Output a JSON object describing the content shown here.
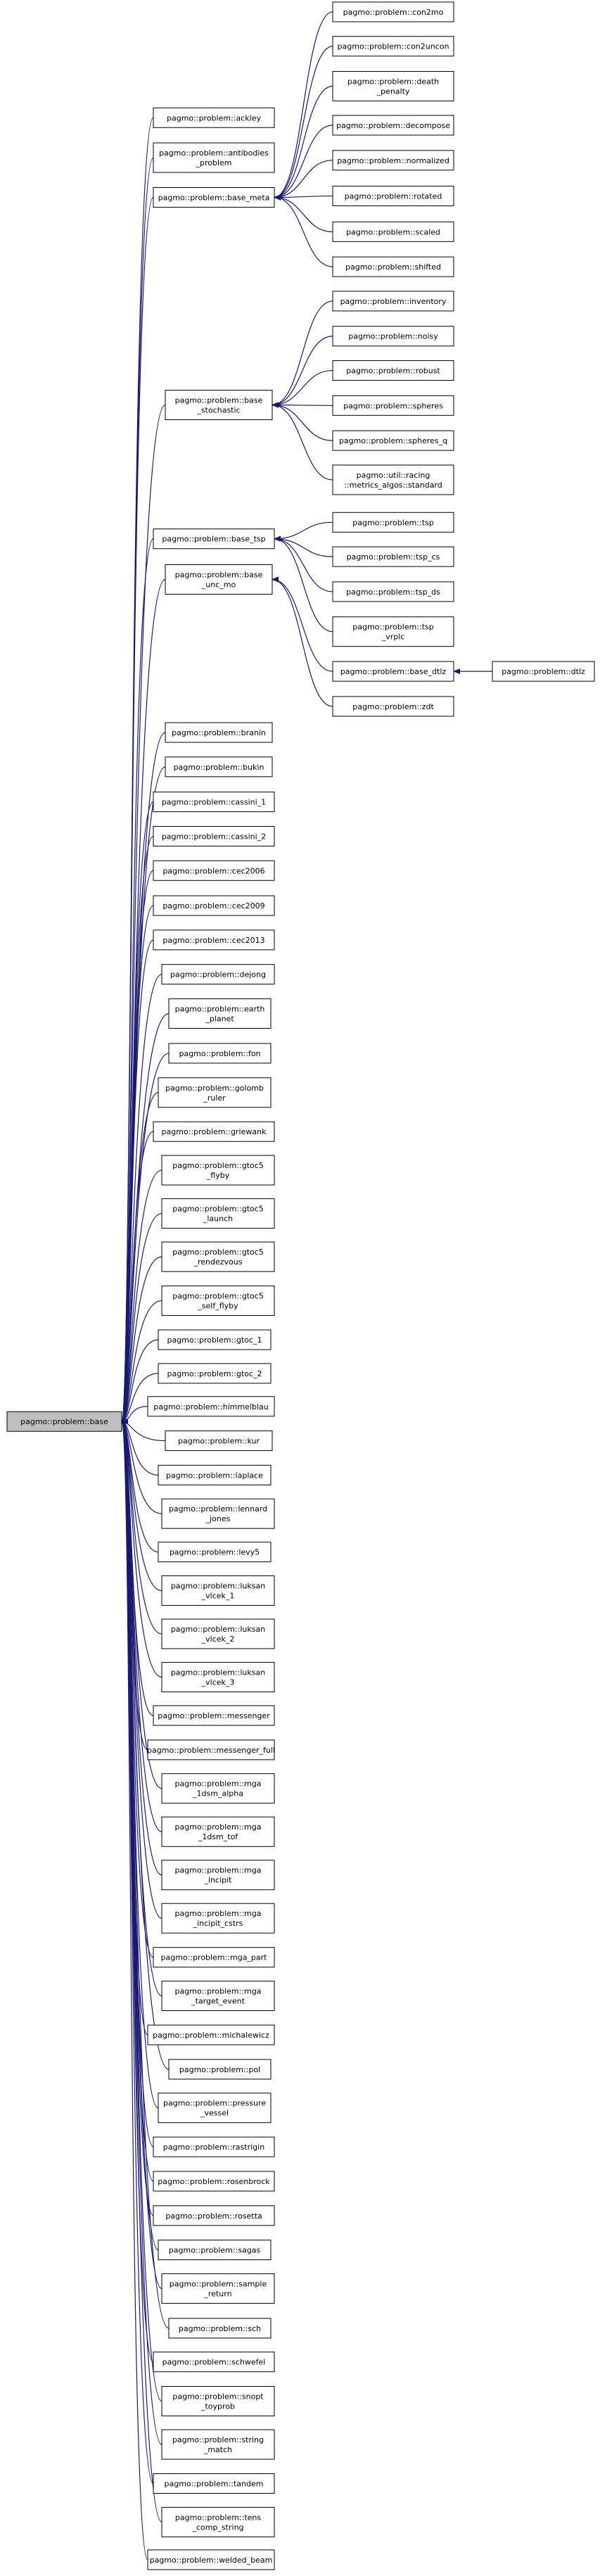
{
  "graph": {
    "root": "base",
    "nodes": [
      {
        "id": "base",
        "label": [
          "pagmo::problem::base"
        ]
      },
      {
        "id": "ackley",
        "label": [
          "pagmo::problem::ackley"
        ]
      },
      {
        "id": "antibodies",
        "label": [
          "pagmo::problem::antibodies",
          "_problem"
        ]
      },
      {
        "id": "base_meta",
        "label": [
          "pagmo::problem::base_meta"
        ]
      },
      {
        "id": "con2mo",
        "label": [
          "pagmo::problem::con2mo"
        ]
      },
      {
        "id": "con2uncon",
        "label": [
          "pagmo::problem::con2uncon"
        ]
      },
      {
        "id": "death_penalty",
        "label": [
          "pagmo::problem::death",
          "_penalty"
        ]
      },
      {
        "id": "decompose",
        "label": [
          "pagmo::problem::decompose"
        ]
      },
      {
        "id": "normalized",
        "label": [
          "pagmo::problem::normalized"
        ]
      },
      {
        "id": "rotated",
        "label": [
          "pagmo::problem::rotated"
        ]
      },
      {
        "id": "scaled",
        "label": [
          "pagmo::problem::scaled"
        ]
      },
      {
        "id": "shifted",
        "label": [
          "pagmo::problem::shifted"
        ]
      },
      {
        "id": "base_stochastic",
        "label": [
          "pagmo::problem::base",
          "_stochastic"
        ]
      },
      {
        "id": "inventory",
        "label": [
          "pagmo::problem::inventory"
        ]
      },
      {
        "id": "noisy",
        "label": [
          "pagmo::problem::noisy"
        ]
      },
      {
        "id": "robust",
        "label": [
          "pagmo::problem::robust"
        ]
      },
      {
        "id": "spheres",
        "label": [
          "pagmo::problem::spheres"
        ]
      },
      {
        "id": "spheres_q",
        "label": [
          "pagmo::problem::spheres_q"
        ]
      },
      {
        "id": "racing",
        "label": [
          "pagmo::util::racing",
          "::metrics_algos::standard"
        ]
      },
      {
        "id": "base_tsp",
        "label": [
          "pagmo::problem::base_tsp"
        ]
      },
      {
        "id": "tsp",
        "label": [
          "pagmo::problem::tsp"
        ]
      },
      {
        "id": "tsp_cs",
        "label": [
          "pagmo::problem::tsp_cs"
        ]
      },
      {
        "id": "tsp_ds",
        "label": [
          "pagmo::problem::tsp_ds"
        ]
      },
      {
        "id": "tsp_vrplc",
        "label": [
          "pagmo::problem::tsp",
          "_vrplc"
        ]
      },
      {
        "id": "base_unc_mo",
        "label": [
          "pagmo::problem::base",
          "_unc_mo"
        ]
      },
      {
        "id": "base_dtlz",
        "label": [
          "pagmo::problem::base_dtlz"
        ]
      },
      {
        "id": "dtlz",
        "label": [
          "pagmo::problem::dtlz"
        ]
      },
      {
        "id": "zdt",
        "label": [
          "pagmo::problem::zdt"
        ]
      },
      {
        "id": "branin",
        "label": [
          "pagmo::problem::branin"
        ]
      },
      {
        "id": "bukin",
        "label": [
          "pagmo::problem::bukin"
        ]
      },
      {
        "id": "cassini_1",
        "label": [
          "pagmo::problem::cassini_1"
        ]
      },
      {
        "id": "cassini_2",
        "label": [
          "pagmo::problem::cassini_2"
        ]
      },
      {
        "id": "cec2006",
        "label": [
          "pagmo::problem::cec2006"
        ]
      },
      {
        "id": "cec2009",
        "label": [
          "pagmo::problem::cec2009"
        ]
      },
      {
        "id": "cec2013",
        "label": [
          "pagmo::problem::cec2013"
        ]
      },
      {
        "id": "dejong",
        "label": [
          "pagmo::problem::dejong"
        ]
      },
      {
        "id": "earth_planet",
        "label": [
          "pagmo::problem::earth",
          "_planet"
        ]
      },
      {
        "id": "fon",
        "label": [
          "pagmo::problem::fon"
        ]
      },
      {
        "id": "golomb_ruler",
        "label": [
          "pagmo::problem::golomb",
          "_ruler"
        ]
      },
      {
        "id": "griewank",
        "label": [
          "pagmo::problem::griewank"
        ]
      },
      {
        "id": "gtoc5_flyby",
        "label": [
          "pagmo::problem::gtoc5",
          "_flyby"
        ]
      },
      {
        "id": "gtoc5_launch",
        "label": [
          "pagmo::problem::gtoc5",
          "_launch"
        ]
      },
      {
        "id": "gtoc5_rendezvous",
        "label": [
          "pagmo::problem::gtoc5",
          "_rendezvous"
        ]
      },
      {
        "id": "gtoc5_self_flyby",
        "label": [
          "pagmo::problem::gtoc5",
          "_self_flyby"
        ]
      },
      {
        "id": "gtoc_1",
        "label": [
          "pagmo::problem::gtoc_1"
        ]
      },
      {
        "id": "gtoc_2",
        "label": [
          "pagmo::problem::gtoc_2"
        ]
      },
      {
        "id": "himmelblau",
        "label": [
          "pagmo::problem::himmelblau"
        ]
      },
      {
        "id": "kur",
        "label": [
          "pagmo::problem::kur"
        ]
      },
      {
        "id": "laplace",
        "label": [
          "pagmo::problem::laplace"
        ]
      },
      {
        "id": "lennard_jones",
        "label": [
          "pagmo::problem::lennard",
          "_jones"
        ]
      },
      {
        "id": "levy5",
        "label": [
          "pagmo::problem::levy5"
        ]
      },
      {
        "id": "luksan_vlcek_1",
        "label": [
          "pagmo::problem::luksan",
          "_vlcek_1"
        ]
      },
      {
        "id": "luksan_vlcek_2",
        "label": [
          "pagmo::problem::luksan",
          "_vlcek_2"
        ]
      },
      {
        "id": "luksan_vlcek_3",
        "label": [
          "pagmo::problem::luksan",
          "_vlcek_3"
        ]
      },
      {
        "id": "messenger",
        "label": [
          "pagmo::problem::messenger"
        ]
      },
      {
        "id": "messenger_full",
        "label": [
          "pagmo::problem::messenger_full"
        ]
      },
      {
        "id": "mga_1dsm_alpha",
        "label": [
          "pagmo::problem::mga",
          "_1dsm_alpha"
        ]
      },
      {
        "id": "mga_1dsm_tof",
        "label": [
          "pagmo::problem::mga",
          "_1dsm_tof"
        ]
      },
      {
        "id": "mga_incipit",
        "label": [
          "pagmo::problem::mga",
          "_incipit"
        ]
      },
      {
        "id": "mga_incipit_cstrs",
        "label": [
          "pagmo::problem::mga",
          "_incipit_cstrs"
        ]
      },
      {
        "id": "mga_part",
        "label": [
          "pagmo::problem::mga_part"
        ]
      },
      {
        "id": "mga_target_event",
        "label": [
          "pagmo::problem::mga",
          "_target_event"
        ]
      },
      {
        "id": "michalewicz",
        "label": [
          "pagmo::problem::michalewicz"
        ]
      },
      {
        "id": "pol",
        "label": [
          "pagmo::problem::pol"
        ]
      },
      {
        "id": "pressure_vessel",
        "label": [
          "pagmo::problem::pressure",
          "_vessel"
        ]
      },
      {
        "id": "rastrigin",
        "label": [
          "pagmo::problem::rastrigin"
        ]
      },
      {
        "id": "rosenbrock",
        "label": [
          "pagmo::problem::rosenbrock"
        ]
      },
      {
        "id": "rosetta",
        "label": [
          "pagmo::problem::rosetta"
        ]
      },
      {
        "id": "sagas",
        "label": [
          "pagmo::problem::sagas"
        ]
      },
      {
        "id": "sample_return",
        "label": [
          "pagmo::problem::sample",
          "_return"
        ]
      },
      {
        "id": "sch",
        "label": [
          "pagmo::problem::sch"
        ]
      },
      {
        "id": "schwefel",
        "label": [
          "pagmo::problem::schwefel"
        ]
      },
      {
        "id": "snopt_toyprob",
        "label": [
          "pagmo::problem::snopt",
          "_toyprob"
        ]
      },
      {
        "id": "string_match",
        "label": [
          "pagmo::problem::string",
          "_match"
        ]
      },
      {
        "id": "tandem",
        "label": [
          "pagmo::problem::tandem"
        ]
      },
      {
        "id": "tens_comp_string",
        "label": [
          "pagmo::problem::tens",
          "_comp_string"
        ]
      },
      {
        "id": "welded_beam",
        "label": [
          "pagmo::problem::welded_beam"
        ]
      }
    ],
    "edges": [
      [
        "ackley",
        "base"
      ],
      [
        "antibodies",
        "base"
      ],
      [
        "base_meta",
        "base"
      ],
      [
        "base_stochastic",
        "base"
      ],
      [
        "base_tsp",
        "base"
      ],
      [
        "base_unc_mo",
        "base"
      ],
      [
        "branin",
        "base"
      ],
      [
        "bukin",
        "base"
      ],
      [
        "cassini_1",
        "base"
      ],
      [
        "cassini_2",
        "base"
      ],
      [
        "cec2006",
        "base"
      ],
      [
        "cec2009",
        "base"
      ],
      [
        "cec2013",
        "base"
      ],
      [
        "dejong",
        "base"
      ],
      [
        "earth_planet",
        "base"
      ],
      [
        "fon",
        "base"
      ],
      [
        "golomb_ruler",
        "base"
      ],
      [
        "griewank",
        "base"
      ],
      [
        "gtoc5_flyby",
        "base"
      ],
      [
        "gtoc5_launch",
        "base"
      ],
      [
        "gtoc5_rendezvous",
        "base"
      ],
      [
        "gtoc5_self_flyby",
        "base"
      ],
      [
        "gtoc_1",
        "base"
      ],
      [
        "gtoc_2",
        "base"
      ],
      [
        "himmelblau",
        "base"
      ],
      [
        "kur",
        "base"
      ],
      [
        "laplace",
        "base"
      ],
      [
        "lennard_jones",
        "base"
      ],
      [
        "levy5",
        "base"
      ],
      [
        "luksan_vlcek_1",
        "base"
      ],
      [
        "luksan_vlcek_2",
        "base"
      ],
      [
        "luksan_vlcek_3",
        "base"
      ],
      [
        "messenger",
        "base"
      ],
      [
        "messenger_full",
        "base"
      ],
      [
        "mga_1dsm_alpha",
        "base"
      ],
      [
        "mga_1dsm_tof",
        "base"
      ],
      [
        "mga_incipit",
        "base"
      ],
      [
        "mga_incipit_cstrs",
        "base"
      ],
      [
        "mga_part",
        "base"
      ],
      [
        "mga_target_event",
        "base"
      ],
      [
        "michalewicz",
        "base"
      ],
      [
        "pol",
        "base"
      ],
      [
        "pressure_vessel",
        "base"
      ],
      [
        "rastrigin",
        "base"
      ],
      [
        "rosenbrock",
        "base"
      ],
      [
        "rosetta",
        "base"
      ],
      [
        "sagas",
        "base"
      ],
      [
        "sample_return",
        "base"
      ],
      [
        "sch",
        "base"
      ],
      [
        "schwefel",
        "base"
      ],
      [
        "snopt_toyprob",
        "base"
      ],
      [
        "string_match",
        "base"
      ],
      [
        "tandem",
        "base"
      ],
      [
        "tens_comp_string",
        "base"
      ],
      [
        "welded_beam",
        "base"
      ],
      [
        "con2mo",
        "base_meta"
      ],
      [
        "con2uncon",
        "base_meta"
      ],
      [
        "death_penalty",
        "base_meta"
      ],
      [
        "decompose",
        "base_meta"
      ],
      [
        "normalized",
        "base_meta"
      ],
      [
        "rotated",
        "base_meta"
      ],
      [
        "scaled",
        "base_meta"
      ],
      [
        "shifted",
        "base_meta"
      ],
      [
        "inventory",
        "base_stochastic"
      ],
      [
        "noisy",
        "base_stochastic"
      ],
      [
        "robust",
        "base_stochastic"
      ],
      [
        "spheres",
        "base_stochastic"
      ],
      [
        "spheres_q",
        "base_stochastic"
      ],
      [
        "racing",
        "base_stochastic"
      ],
      [
        "tsp",
        "base_tsp"
      ],
      [
        "tsp_cs",
        "base_tsp"
      ],
      [
        "tsp_ds",
        "base_tsp"
      ],
      [
        "tsp_vrplc",
        "base_tsp"
      ],
      [
        "base_dtlz",
        "base_unc_mo"
      ],
      [
        "zdt",
        "base_unc_mo"
      ],
      [
        "dtlz",
        "base_dtlz"
      ]
    ]
  },
  "colors": {
    "edge": "#191970",
    "root_fill": "#bfbfbf",
    "node_fill": "#ffffff",
    "node_border": "#000000"
  }
}
